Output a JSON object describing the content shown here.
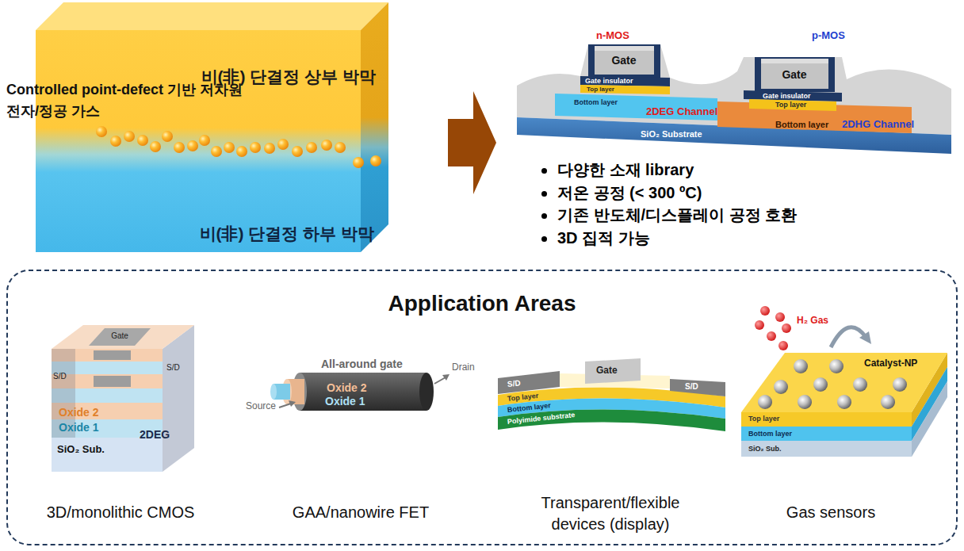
{
  "diagram": {
    "nodes": [
      {
        "text": [
          "비(非) 단결정 상부 박막"
        ]
      },
      {
        "text": [
          "비(非) 단결정 하부 박막"
        ]
      },
      {
        "text": [
          "Application Areas"
        ]
      }
    ],
    "labels": [
      "Controlled point-defect 기반 저차원 전자/정공 가스",
      "n-MOS",
      "p-MOS",
      "Gate",
      "Gate",
      "Gate insulator",
      "Gate insulator",
      "Top layer",
      "Top layer",
      "Bottom layer",
      "2DEG Channel",
      "Bottom layer",
      "2DHG Channel",
      "SiO₂ Substrate",
      "다양한 소재 library",
      "저온 공정 (< 300 ºC)",
      "기존 반도체/디스플레이 공정 호환",
      "3D 집적 가능",
      "Gate",
      "S/D",
      "S/D",
      "Oxide 2",
      "Oxide 1",
      "2DEG",
      "SiO₂ Sub.",
      "All-around gate",
      "Source",
      "Drain",
      "Oxide 2",
      "Oxide 1",
      "S/D",
      "Gate",
      "S/D",
      "Top layer",
      "Bottom layer",
      "Polyimide substrate",
      "H₂ Gas",
      "Catalyst-NP",
      "Top layer",
      "Bottom layer",
      "SiO₂ Sub.",
      "3D/monolithic CMOS",
      "GAA/nanowire FET",
      "Transparent/flexible devices (display)",
      "Gas sensors"
    ]
  }
}
